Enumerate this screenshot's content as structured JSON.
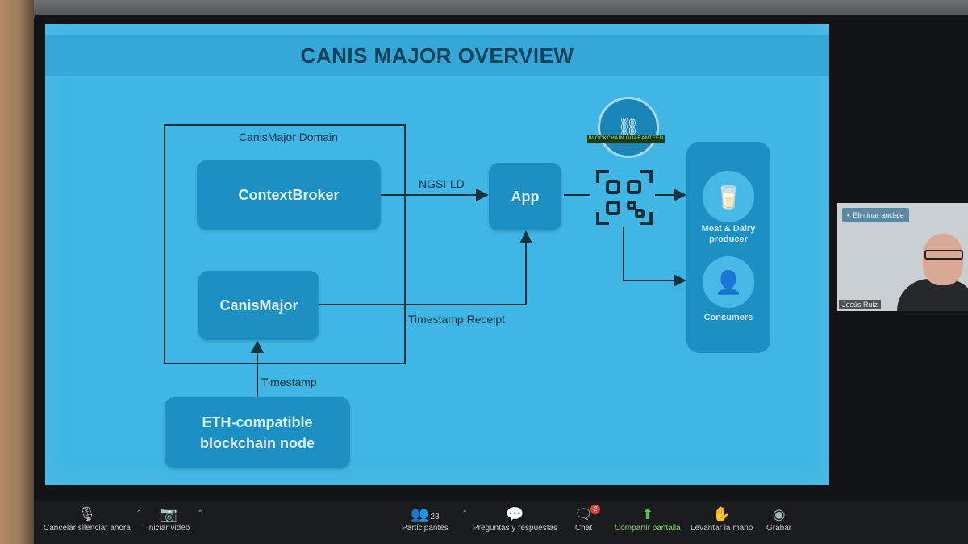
{
  "slide": {
    "title": "CANIS MAJOR OVERVIEW",
    "domain_label": "CanisMajor Domain",
    "nodes": {
      "context_broker": "ContextBroker",
      "canis_major": "CanisMajor",
      "eth_node": "ETH-compatible blockchain node",
      "app": "App"
    },
    "edges": {
      "ngsi": "NGSI-LD",
      "receipt": "Timestamp Receipt",
      "timestamp": "Timestamp"
    },
    "badge_text": "BLOCKCHAIN GUARANTEED",
    "consumers_panel": {
      "producer": "Meat & Dairy producer",
      "consumers": "Consumers"
    }
  },
  "video": {
    "remove_label": "Eliminar anclaje",
    "participant_name": "Jesús Ruiz"
  },
  "toolbar": {
    "mute": "Cancelar silenciar ahora",
    "video": "Iniciar video",
    "participants": "Participantes",
    "participants_count": "23",
    "qa": "Preguntas y respuestas",
    "chat": "Chat",
    "chat_badge": "2",
    "share": "Compartir pantalla",
    "hand": "Levantar la mano",
    "record": "Grabar"
  }
}
